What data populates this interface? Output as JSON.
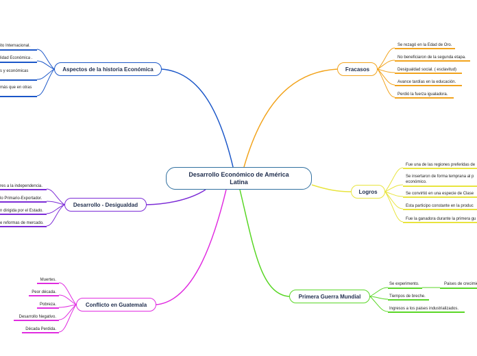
{
  "central": "Desarrollo Económico de América Latina",
  "colors": {
    "blue": "#1a56c8",
    "orange": "#f2a31b",
    "yellow": "#e8e43c",
    "purple": "#7b2ad6",
    "green": "#58d624",
    "magenta": "#e02be0"
  },
  "branches": {
    "aspectos": {
      "label": "Aspectos de la historia Económica",
      "items": [
        "ito Internacional.",
        "lidad Económica .",
        "s y económicas",
        "más que en otras"
      ]
    },
    "fracasos": {
      "label": "Fracasos",
      "items": [
        "Se rezagó en la Edad de Oro.",
        "No beneficiaron de la segunda etapa.",
        "Desigualdad social. ( esclavitud)",
        "Avance tardías en la educación.",
        "Perdió la fuerza igualadora."
      ]
    },
    "desarrollo": {
      "label": "Desarrollo - Desigualdad",
      "items": [
        "res a la independencia.",
        "lo Primario-Exportador.",
        "n dirigida por el Estado.",
        "e reformas de mercado."
      ]
    },
    "logros": {
      "label": "Logros",
      "items": [
        "Fue una de las regiones preferidas de",
        "Se insertaron de forma temprana al p económico.",
        "Se convirtió en una especie de Clase",
        "Esta participo constante en la produc",
        "Fue la ganadora durante la primera gu"
      ]
    },
    "conflicto": {
      "label": "Conflicto en Guatemala",
      "items": [
        "Muertes.",
        "Peor década.",
        "Pobreza.",
        "Desarrollo Negativo.",
        "Década Perdida."
      ]
    },
    "guerra": {
      "label": "Primera Guerra Mundial",
      "items": [
        "Se experimento.",
        "Tiempos de breche.",
        "Ingresos a los paises industrializados."
      ],
      "sub_item": "Paises de crecimie"
    }
  }
}
